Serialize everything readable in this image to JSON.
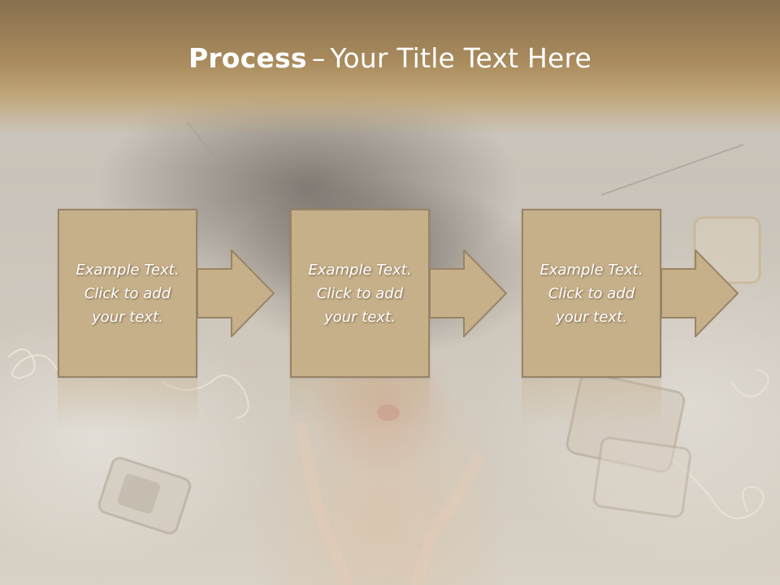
{
  "title": {
    "bold": "Process",
    "dash": "–",
    "rest": "Your Title Text Here"
  },
  "steps": [
    {
      "line1": "Example Text.",
      "line2": "Click  to add",
      "line3": "your text."
    },
    {
      "line1": "Example Text.",
      "line2": "Click  to add",
      "line3": "your text."
    },
    {
      "line1": "Example Text.",
      "line2": "Click  to add",
      "line3": "your text."
    }
  ],
  "colors": {
    "box_fill": "#c6b08a",
    "box_border": "#9a8466",
    "title_band": "#a88a5c",
    "text": "#ffffff"
  }
}
